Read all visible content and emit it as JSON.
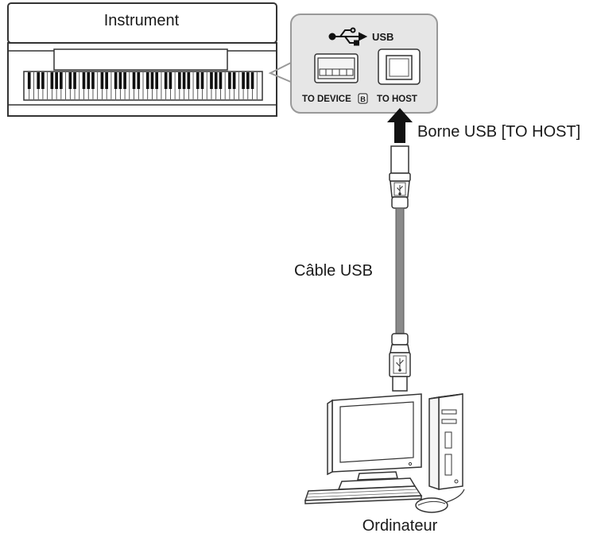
{
  "instrument": {
    "label": "Instrument"
  },
  "usb_panel": {
    "usb_label": "USB",
    "to_device_label": "TO DEVICE",
    "to_device_badge": "B",
    "to_host_label": "TO HOST"
  },
  "callouts": {
    "terminal_label": "Borne USB [TO HOST]",
    "cable_label": "Câble USB",
    "computer_label": "Ordinateur"
  },
  "colors": {
    "panel_fill": "#e6e6e6",
    "panel_stroke": "#999999",
    "arrow": "#111111",
    "cable": "#8a8a8a"
  }
}
